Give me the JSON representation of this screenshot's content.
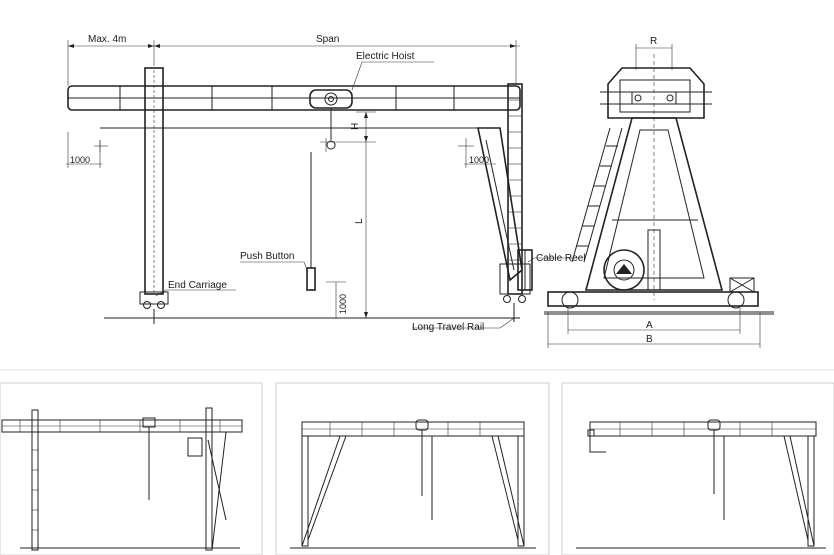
{
  "labels": {
    "max_overhang": "Max. 4m",
    "span": "Span",
    "electric_hoist": "Electric Hoist",
    "h": "H",
    "l": "L",
    "dim_1000_left": "1000",
    "dim_1000_right": "1000",
    "dim_1000_vertical": "1000",
    "push_button": "Push Button",
    "end_carriage": "End Carriage",
    "cable_reel": "Cable Reel",
    "long_travel_rail": "Long Travel Rail",
    "r": "R",
    "a": "A",
    "b": "B"
  },
  "thumbnails": [
    {
      "view": "semi-gantry-left-leg"
    },
    {
      "view": "full-gantry-two-legs"
    },
    {
      "view": "semi-gantry-right-leg"
    }
  ]
}
